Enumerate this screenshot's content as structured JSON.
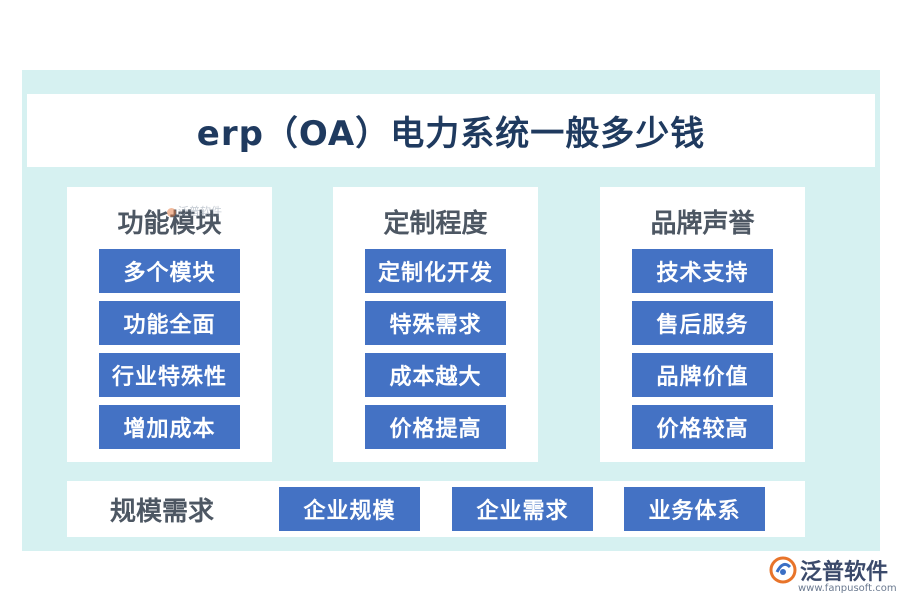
{
  "title": "erp（OA）电力系统一般多少钱",
  "panels": [
    {
      "heading": "功能模块",
      "items": [
        "多个模块",
        "功能全面",
        "行业特殊性",
        "增加成本"
      ]
    },
    {
      "heading": "定制程度",
      "items": [
        "定制化开发",
        "特殊需求",
        "成本越大",
        "价格提高"
      ]
    },
    {
      "heading": "品牌声誉",
      "items": [
        "技术支持",
        "售后服务",
        "品牌价值",
        "价格较高"
      ]
    }
  ],
  "bottom": {
    "heading": "规模需求",
    "items": [
      "企业规模",
      "企业需求",
      "业务体系"
    ]
  },
  "watermark": "泛普软件",
  "logo": {
    "name": "泛普软件",
    "url": "www.fanpusoft.com"
  },
  "colors": {
    "frame": "#d6f1f1",
    "item": "#4472c4",
    "title": "#1f3a5f",
    "heading": "#4d5763"
  }
}
